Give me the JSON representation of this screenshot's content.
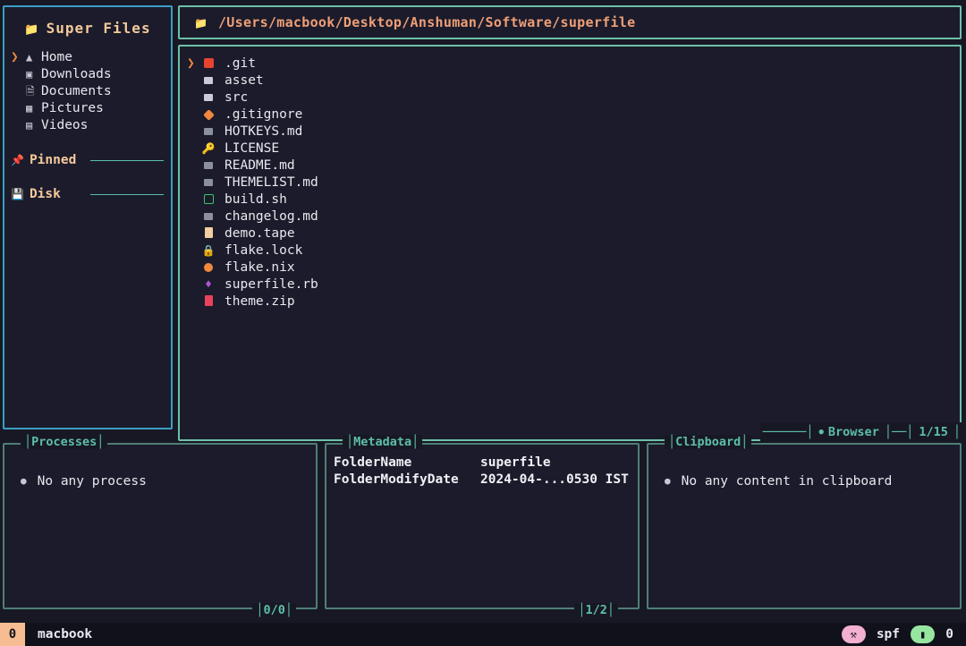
{
  "sidebar": {
    "title": "Super Files",
    "title_icon": "folder-icon",
    "items": [
      {
        "label": "Home",
        "icon": "home-icon",
        "selected": true
      },
      {
        "label": "Downloads",
        "icon": "downloads-icon",
        "selected": false
      },
      {
        "label": "Documents",
        "icon": "document-icon",
        "selected": false
      },
      {
        "label": "Pictures",
        "icon": "picture-icon",
        "selected": false
      },
      {
        "label": "Videos",
        "icon": "video-icon",
        "selected": false
      }
    ],
    "sections": [
      {
        "label": "Pinned",
        "icon": "pin-icon"
      },
      {
        "label": "Disk",
        "icon": "disk-icon"
      }
    ]
  },
  "browser": {
    "path_icon": "folder-icon",
    "path": "/Users/macbook/Desktop/Anshuman/Software/superfile",
    "tab_label": "Browser",
    "tab_dot": "●",
    "counter": "1/15",
    "files": [
      {
        "name": ".git",
        "icon": "git-folder-icon",
        "color": "#e8432f",
        "selected": true
      },
      {
        "name": "asset",
        "icon": "folder-icon",
        "color": "#c8ccd8",
        "selected": false
      },
      {
        "name": "src",
        "icon": "folder-icon",
        "color": "#c8ccd8",
        "selected": false
      },
      {
        "name": ".gitignore",
        "icon": "gitignore-icon",
        "color": "#f0883e",
        "selected": false
      },
      {
        "name": "HOTKEYS.md",
        "icon": "markdown-icon",
        "color": "#8b90a0",
        "selected": false
      },
      {
        "name": "LICENSE",
        "icon": "key-icon",
        "color": "#e8c547",
        "selected": false
      },
      {
        "name": "README.md",
        "icon": "markdown-icon",
        "color": "#8b90a0",
        "selected": false
      },
      {
        "name": "THEMELIST.md",
        "icon": "markdown-icon",
        "color": "#8b90a0",
        "selected": false
      },
      {
        "name": "build.sh",
        "icon": "shell-icon",
        "color": "#3ec46d",
        "selected": false
      },
      {
        "name": "changelog.md",
        "icon": "markdown-icon",
        "color": "#8b90a0",
        "selected": false
      },
      {
        "name": "demo.tape",
        "icon": "file-icon",
        "color": "#f2cfa0",
        "selected": false
      },
      {
        "name": "flake.lock",
        "icon": "lock-icon",
        "color": "#f2c53d",
        "selected": false
      },
      {
        "name": "flake.nix",
        "icon": "nix-icon",
        "color": "#f0883e",
        "selected": false
      },
      {
        "name": "superfile.rb",
        "icon": "ruby-icon",
        "color": "#b355d6",
        "selected": false
      },
      {
        "name": "theme.zip",
        "icon": "archive-icon",
        "color": "#e8435a",
        "selected": false
      }
    ]
  },
  "processes": {
    "title": "Processes",
    "empty_text": "No any process",
    "bullet": "●",
    "counter": "0/0"
  },
  "metadata": {
    "title": "Metadata",
    "counter": "1/2",
    "rows": [
      {
        "key": "FolderName",
        "value": "superfile"
      },
      {
        "key": "FolderModifyDate",
        "value": "2024-04-...0530 IST"
      }
    ]
  },
  "clipboard": {
    "title": "Clipboard",
    "empty_text": "No any content in clipboard",
    "bullet": "●"
  },
  "footer": {
    "mode_badge": "0",
    "username": "macbook",
    "git_icon": "git-branch-icon",
    "git_branch": "spf",
    "terminal_icon": "terminal-icon",
    "terminal_count": "0"
  },
  "colors": {
    "background": "#181825",
    "panel_background": "#1b1b2b",
    "sidebar_border": "#3c9ec4",
    "browser_border": "#6dc0a8",
    "bottom_border": "#4e7f75",
    "accent_teal": "#5cbfa8",
    "accent_orange": "#f0883e",
    "title_peach": "#f5c99b",
    "path_salmon": "#ef9f76",
    "text_primary": "#e8e8f0"
  }
}
